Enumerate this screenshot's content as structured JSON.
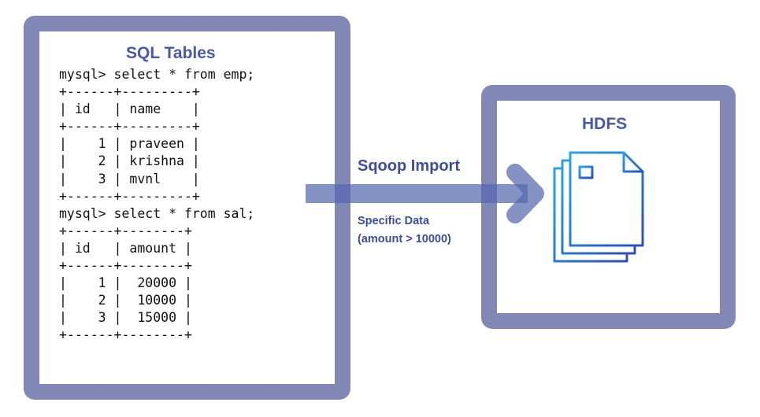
{
  "sql_panel": {
    "title": "SQL Tables",
    "lines": [
      "mysql> select * from emp;",
      "+------+---------+",
      "| id   | name    |",
      "+------+---------+",
      "|    1 | praveen |",
      "|    2 | krishna |",
      "|    3 | mvnl    |",
      "+------+---------+",
      "mysql> select * from sal;",
      "+------+--------+",
      "| id   | amount |",
      "+------+--------+",
      "|    1 |  20000 |",
      "|    2 |  10000 |",
      "|    3 |  15000 |",
      "+------+--------+"
    ]
  },
  "flow": {
    "label": "Sqoop Import",
    "condition_line1": "Specific Data",
    "condition_line2": "(amount > 10000)"
  },
  "hdfs_panel": {
    "title": "HDFS",
    "icon": "document-icon"
  },
  "colors": {
    "panel_border": "#8387b6",
    "title_text": "#4a58a6",
    "arrow": "#5568ad",
    "icon_gradient_start": "#2aa4e6",
    "icon_gradient_end": "#2c4fb3"
  }
}
